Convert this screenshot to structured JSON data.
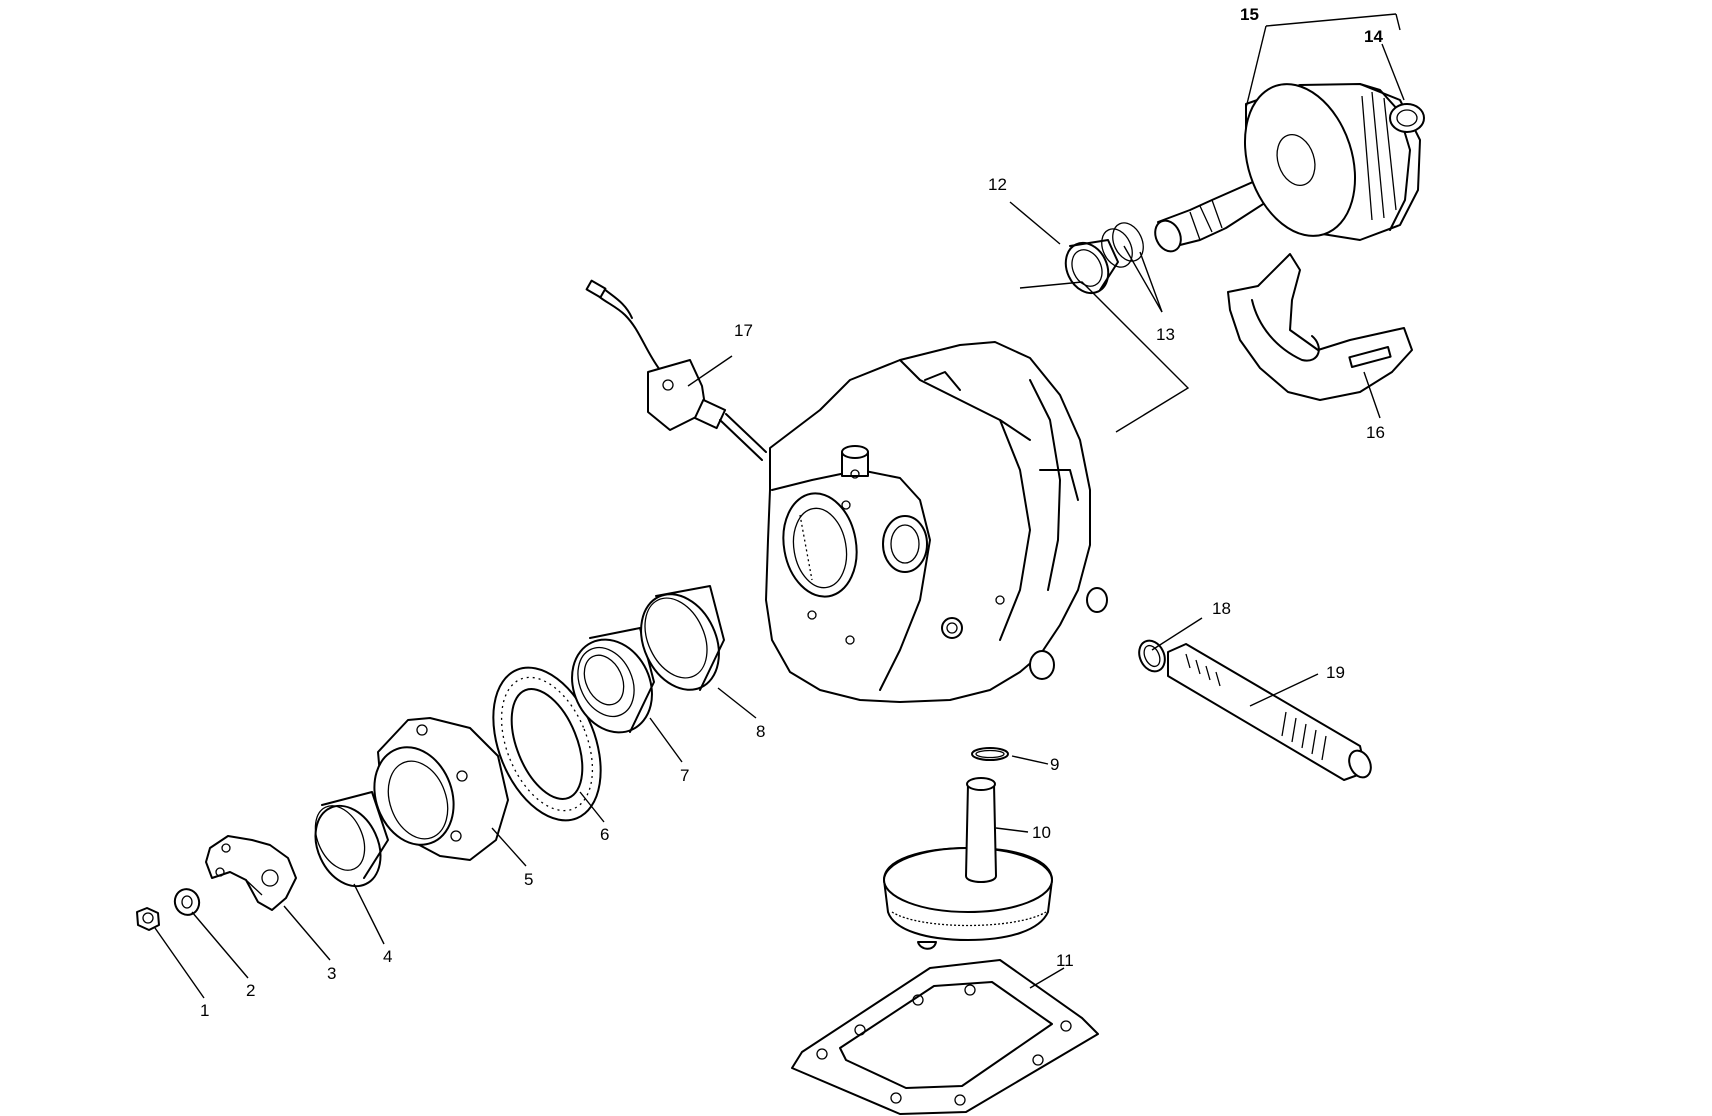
{
  "diagram": {
    "callouts": [
      {
        "id": "1",
        "text": "1"
      },
      {
        "id": "2",
        "text": "2"
      },
      {
        "id": "3",
        "text": "3"
      },
      {
        "id": "4",
        "text": "4"
      },
      {
        "id": "5",
        "text": "5"
      },
      {
        "id": "6",
        "text": "6"
      },
      {
        "id": "7",
        "text": "7"
      },
      {
        "id": "8",
        "text": "8"
      },
      {
        "id": "9",
        "text": "9"
      },
      {
        "id": "10",
        "text": "10"
      },
      {
        "id": "11",
        "text": "11"
      },
      {
        "id": "12",
        "text": "12"
      },
      {
        "id": "13",
        "text": "13"
      },
      {
        "id": "14",
        "text": "14"
      },
      {
        "id": "15",
        "text": "15"
      },
      {
        "id": "16",
        "text": "16"
      },
      {
        "id": "17",
        "text": "17"
      },
      {
        "id": "18",
        "text": "18"
      },
      {
        "id": "19",
        "text": "19"
      }
    ],
    "colors": {
      "ink": "#000000",
      "paper": "#ffffff"
    }
  }
}
